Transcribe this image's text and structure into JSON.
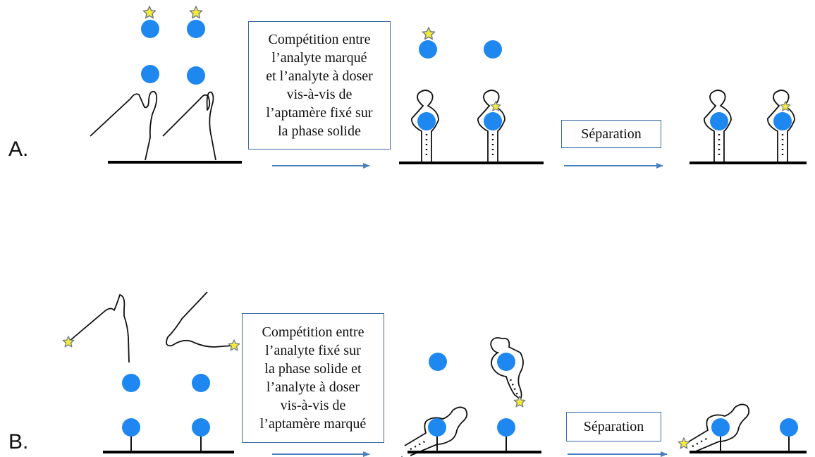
{
  "colors": {
    "ball": "#1e88f0",
    "star": "#f3ea3a",
    "star_edge": "#6c7a88",
    "arrow": "#4a7fc0",
    "box_border": "#3c6aa6",
    "ink": "#111111"
  },
  "panel_a": {
    "label": "A.",
    "box_text": [
      "Compétition entre",
      "l’analyte marqué",
      "et l’analyte à doser",
      "vis-à-vis de",
      "l’aptamère fixé sur",
      "la phase solide"
    ],
    "step_label": "Séparation"
  },
  "panel_b": {
    "label": "B.",
    "box_text": [
      "Compétition entre",
      "l’analyte fixé sur",
      "la phase solide et",
      "l’analyte à doser",
      "vis-à-vis de",
      "l’aptamère marqué"
    ],
    "step_label": "Séparation"
  }
}
